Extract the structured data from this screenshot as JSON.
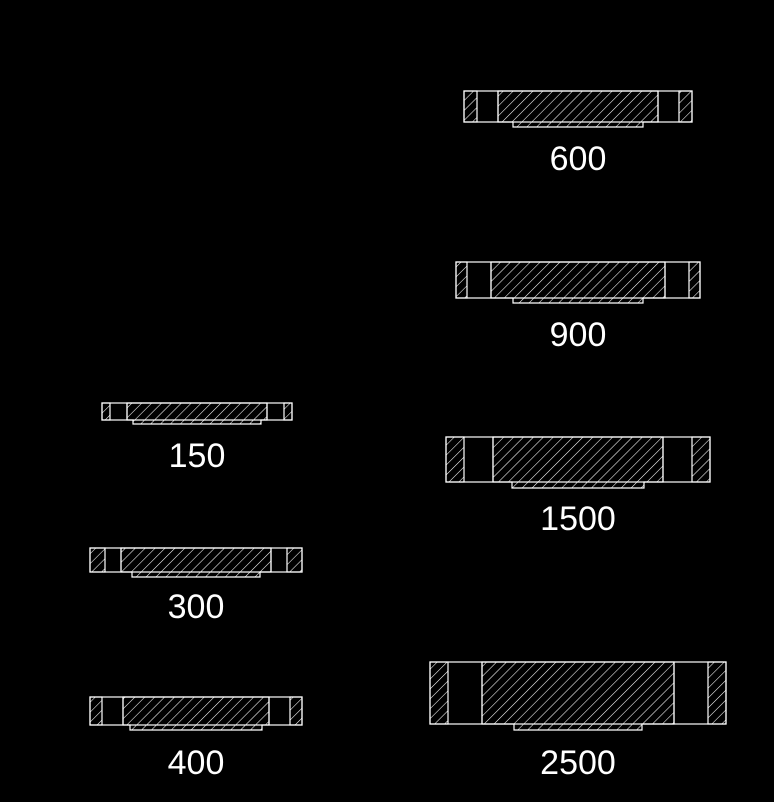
{
  "drawing": {
    "background": "#000000",
    "line_color": "#ffffff",
    "flanges": [
      {
        "id": "150",
        "label": "150"
      },
      {
        "id": "300",
        "label": "300"
      },
      {
        "id": "400",
        "label": "400"
      },
      {
        "id": "600",
        "label": "600"
      },
      {
        "id": "900",
        "label": "900"
      },
      {
        "id": "1500",
        "label": "1500"
      },
      {
        "id": "2500",
        "label": "2500"
      }
    ]
  }
}
